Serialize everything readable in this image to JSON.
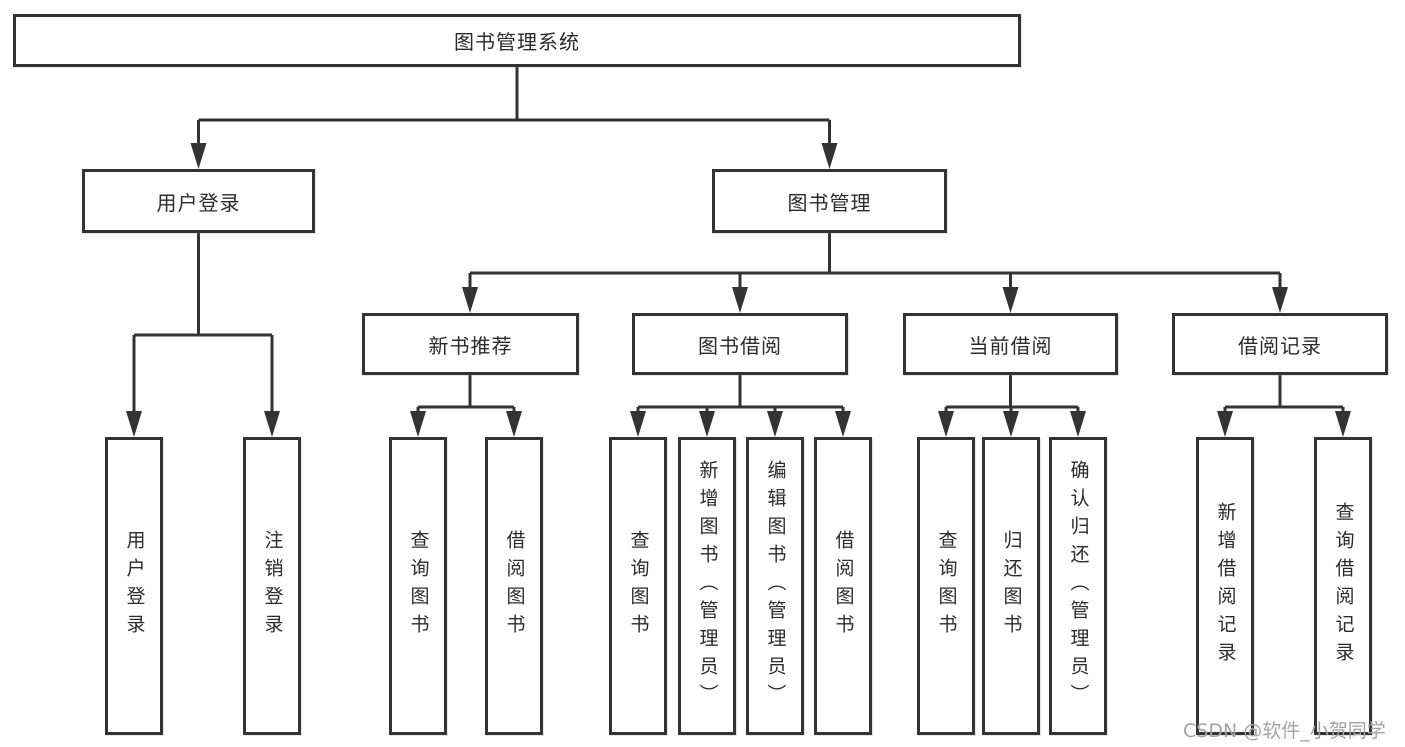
{
  "diagram": {
    "root": {
      "label": "图书管理系统"
    },
    "level2": [
      {
        "label": "用户登录",
        "children": [
          {
            "label": "用户登录"
          },
          {
            "label": "注销登录"
          }
        ]
      },
      {
        "label": "图书管理",
        "children": [
          {
            "label": "新书推荐",
            "children": [
              {
                "label": "查询图书"
              },
              {
                "label": "借阅图书"
              }
            ]
          },
          {
            "label": "图书借阅",
            "children": [
              {
                "label": "查询图书"
              },
              {
                "label": "新增图书（管理员）"
              },
              {
                "label": "编辑图书（管理员）"
              },
              {
                "label": "借阅图书"
              }
            ]
          },
          {
            "label": "当前借阅",
            "children": [
              {
                "label": "查询图书"
              },
              {
                "label": "归还图书"
              },
              {
                "label": "确认归还（管理员）"
              }
            ]
          },
          {
            "label": "借阅记录",
            "children": [
              {
                "label": "新增借阅记录"
              },
              {
                "label": "查询借阅记录"
              }
            ]
          }
        ]
      }
    ]
  },
  "watermark": {
    "text": "CSDN @软件_小贺同学"
  },
  "colors": {
    "line": "#333333",
    "box_border": "#333333",
    "text": "#2b2b2b",
    "watermark": "#a3a3a3",
    "background": "#ffffff"
  }
}
